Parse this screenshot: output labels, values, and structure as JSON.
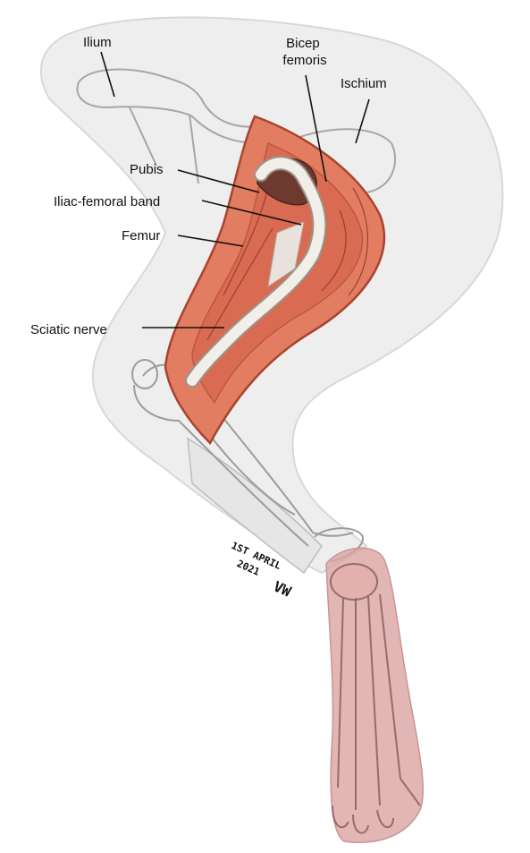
{
  "diagram": {
    "labels": {
      "ilium": "Ilium",
      "bicep_line1": "Bicep",
      "bicep_line2": "femoris",
      "ischium": "Ischium",
      "pubis": "Pubis",
      "iliac_femoral_band": "Iliac-femoral band",
      "femur": "Femur",
      "sciatic_nerve": "Sciatic nerve"
    },
    "signature": {
      "date_line1": "1ST APRIL",
      "date_line2": "2021",
      "initials": "VW"
    }
  },
  "colors": {
    "silhouette": "#eeeeee",
    "outline": "#a6a6a6",
    "muscle": "#e27d62",
    "muscle_dark": "#a8432e",
    "nerve": "#f2efe9",
    "foot": "#d9a4a2",
    "foot_outline": "#9a6a6a"
  }
}
